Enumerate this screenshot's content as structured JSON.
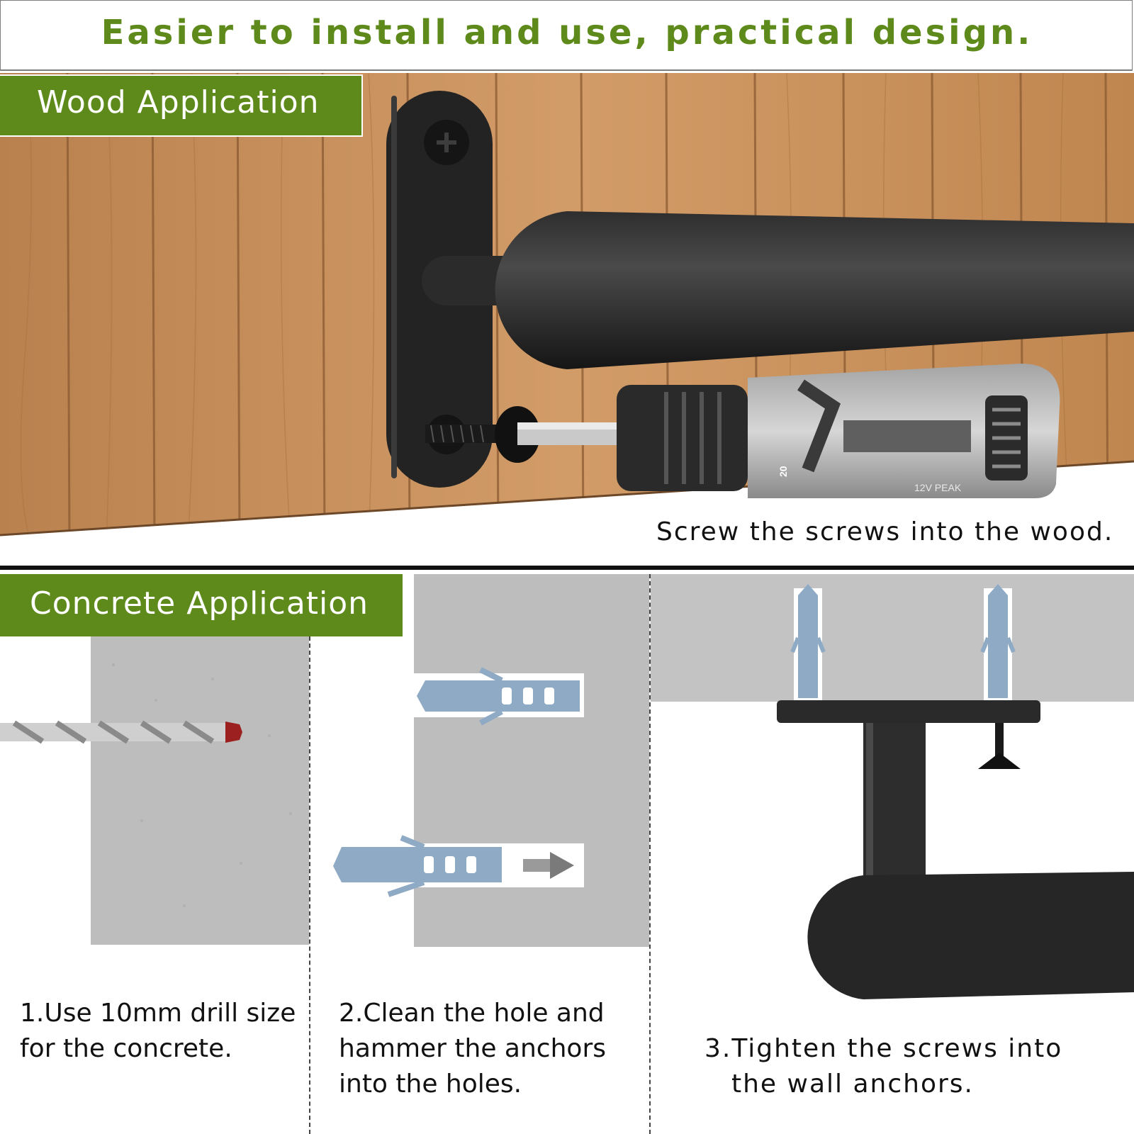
{
  "header": {
    "title": "Easier to install and use, practical design."
  },
  "wood_section": {
    "label": "Wood Application",
    "caption": "Screw the screws into the wood.",
    "drill_marks": {
      "speed_number": "20",
      "brand_badge": "12V PEAK"
    }
  },
  "concrete_section": {
    "label": "Concrete Application",
    "steps": [
      {
        "line1": "1.Use 10mm drill size",
        "line2": "for the concrete."
      },
      {
        "line1": "2.Clean the hole and",
        "line2": "hammer the anchors",
        "line3": "into the holes."
      },
      {
        "line1": "3.Tighten the screws into",
        "line2": "the wall anchors."
      }
    ]
  },
  "colors": {
    "accent_green": "#5e8a1b",
    "wood": "#c9925e",
    "concrete": "#bdbdbd",
    "anchor_blue": "#8eaac4",
    "rail_black": "#1f1f1f"
  }
}
